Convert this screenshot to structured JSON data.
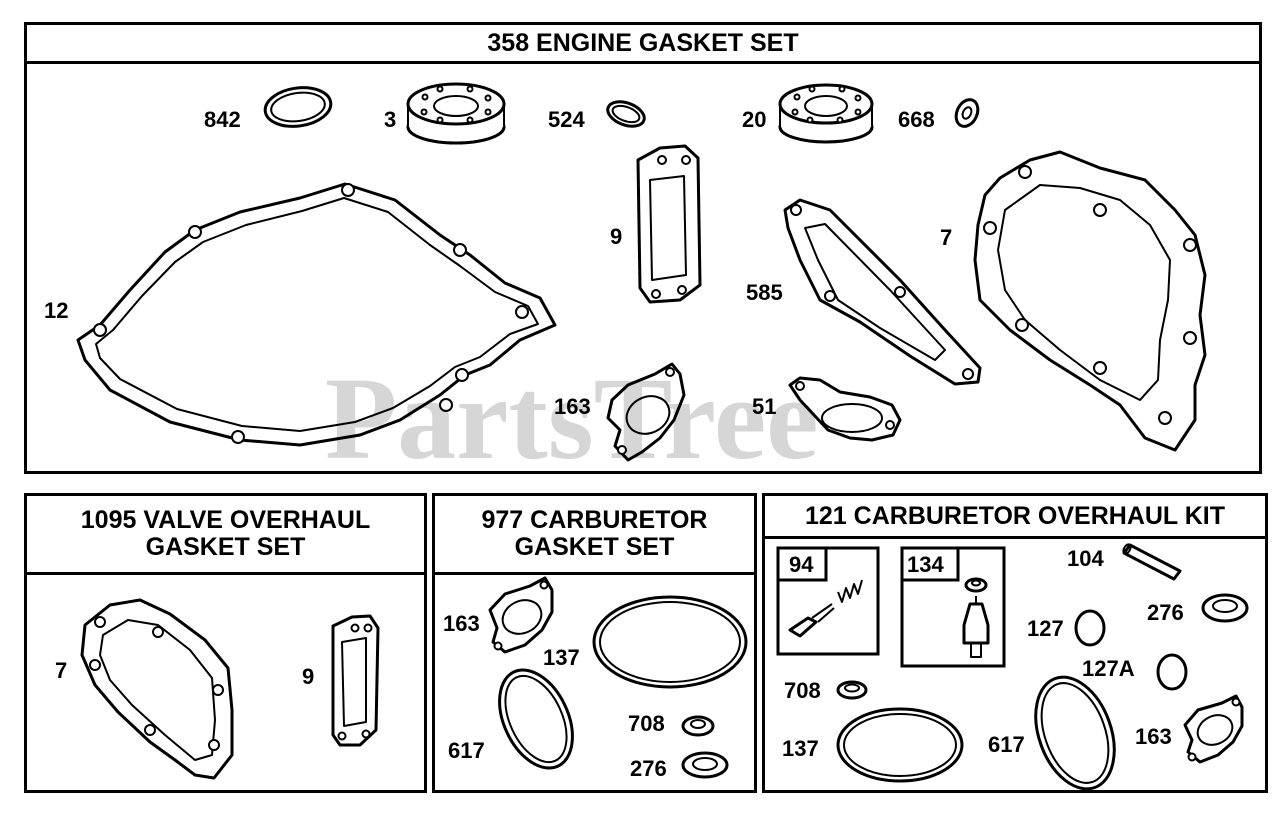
{
  "watermark": "PartsTree",
  "panels": {
    "engine": {
      "title": "358 ENGINE GASKET SET"
    },
    "valve": {
      "title": "1095 VALVE OVERHAUL\nGASKET SET"
    },
    "carb_gasket": {
      "title": "977 CARBURETOR\nGASKET SET"
    },
    "carb_overhaul": {
      "title": "121 CARBURETOR OVERHAUL KIT"
    }
  },
  "parts": {
    "engine": {
      "p842": "842",
      "p3": "3",
      "p524": "524",
      "p20": "20",
      "p668": "668",
      "p12": "12",
      "p9": "9",
      "p585": "585",
      "p7": "7",
      "p163": "163",
      "p51": "51"
    },
    "valve": {
      "p7": "7",
      "p9": "9"
    },
    "carb_gasket": {
      "p163": "163",
      "p137": "137",
      "p617": "617",
      "p708": "708",
      "p276": "276"
    },
    "carb_overhaul": {
      "p94": "94",
      "p134": "134",
      "p104": "104",
      "p127": "127",
      "p276": "276",
      "p127A": "127A",
      "p708": "708",
      "p137": "137",
      "p617": "617",
      "p163": "163"
    }
  }
}
